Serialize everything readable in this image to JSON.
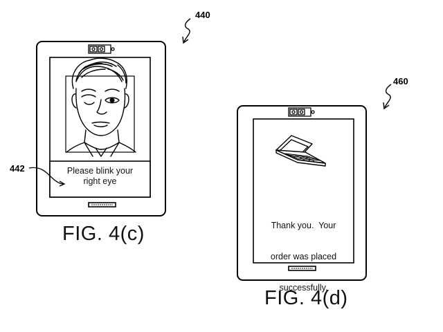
{
  "figure_c": {
    "ref_device": "440",
    "ref_prompt": "442",
    "prompt_line1": "Please blink your",
    "prompt_line2": "right eye",
    "caption": "FIG. 4(c)"
  },
  "figure_d": {
    "ref_device": "460",
    "message_line1": "Thank you.  Your",
    "message_line2": "order was placed",
    "message_line3": "successfully.",
    "caption": "FIG. 4(d)"
  },
  "icons": {
    "face": "face-winking-icon",
    "laptop": "laptop-icon",
    "camera": "camera-icon"
  },
  "colors": {
    "line": "#000000",
    "background": "#ffffff"
  }
}
